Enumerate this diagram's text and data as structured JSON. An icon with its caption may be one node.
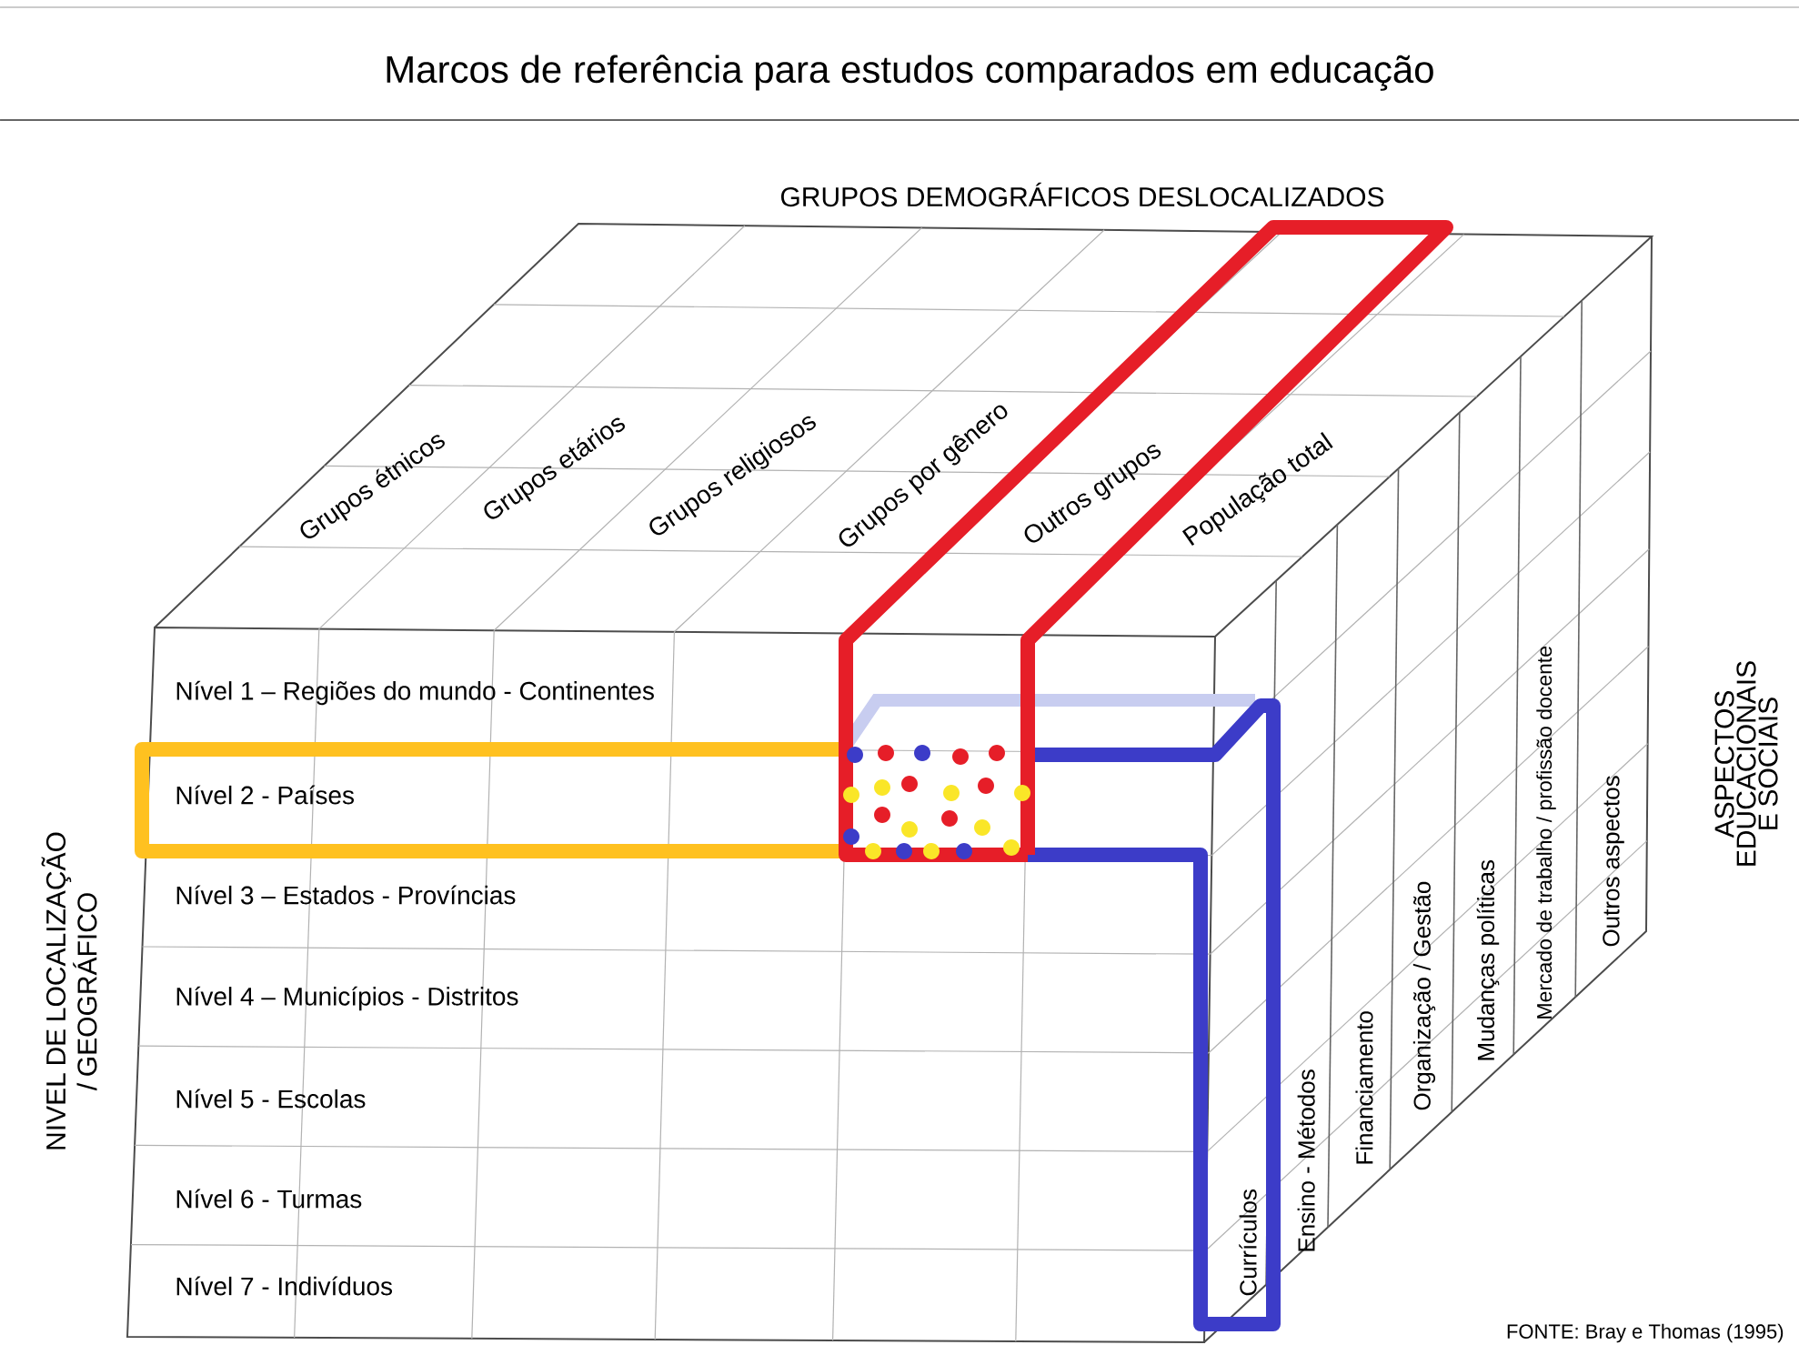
{
  "diagram": {
    "title": "Marcos de referência para estudos comparados em educação",
    "labels": [
      "GRUPOS DEMOGRÁFICOS DESLOCALIZADOS",
      "Grupos étnicos",
      "Grupos etários",
      "Grupos religiosos",
      "Grupos por gênero",
      "Outros grupos",
      "População total",
      "ASPECTOS EDUCACIONAIS E SOCIAIS",
      "Mercado de trabalho / profissão docente",
      "Outros aspectos",
      "NIVEL DE LOCALIZAÇÃO / GEOGRÁFICO",
      "Nível 1 – Regiões do mundo - Continentes",
      "Organização / Gestão",
      "Mudanças políticas",
      "Nível 2 - Países",
      "Nível 3 – Estados - Províncias",
      "Ensino - Métodos",
      "Financiamento",
      "Nível 4 – Municípios - Distritos",
      "Nível 5 - Escolas",
      "Currículos",
      "Nível 6 - Turmas",
      "Nível 7 - Indivíduos",
      "FONTE: Bray e Thomas (1995)"
    ]
  }
}
